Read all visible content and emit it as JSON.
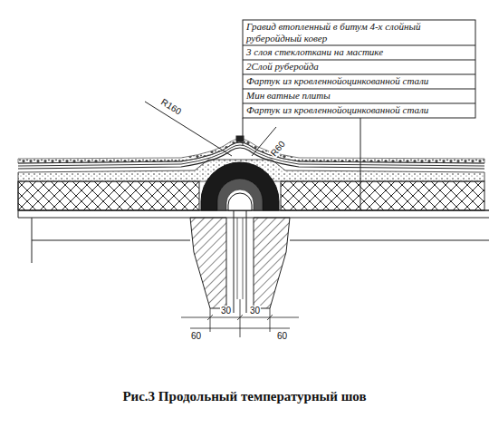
{
  "diagram": {
    "caption": "Рис.3 Продольный температурный шов",
    "labels": [
      "Гравид втопленный в битум 4-х слойный руберойдный ковер",
      "3 слоя стеклоткани на мастике",
      "2Слой руберойда",
      "Фартук из кровленнойоцинкованной стали",
      "Мин ватные плиты",
      "Фартук из кровленнойоцинкованной стали",
      "R160",
      "R60",
      "30",
      "30",
      "60",
      "60"
    ]
  }
}
